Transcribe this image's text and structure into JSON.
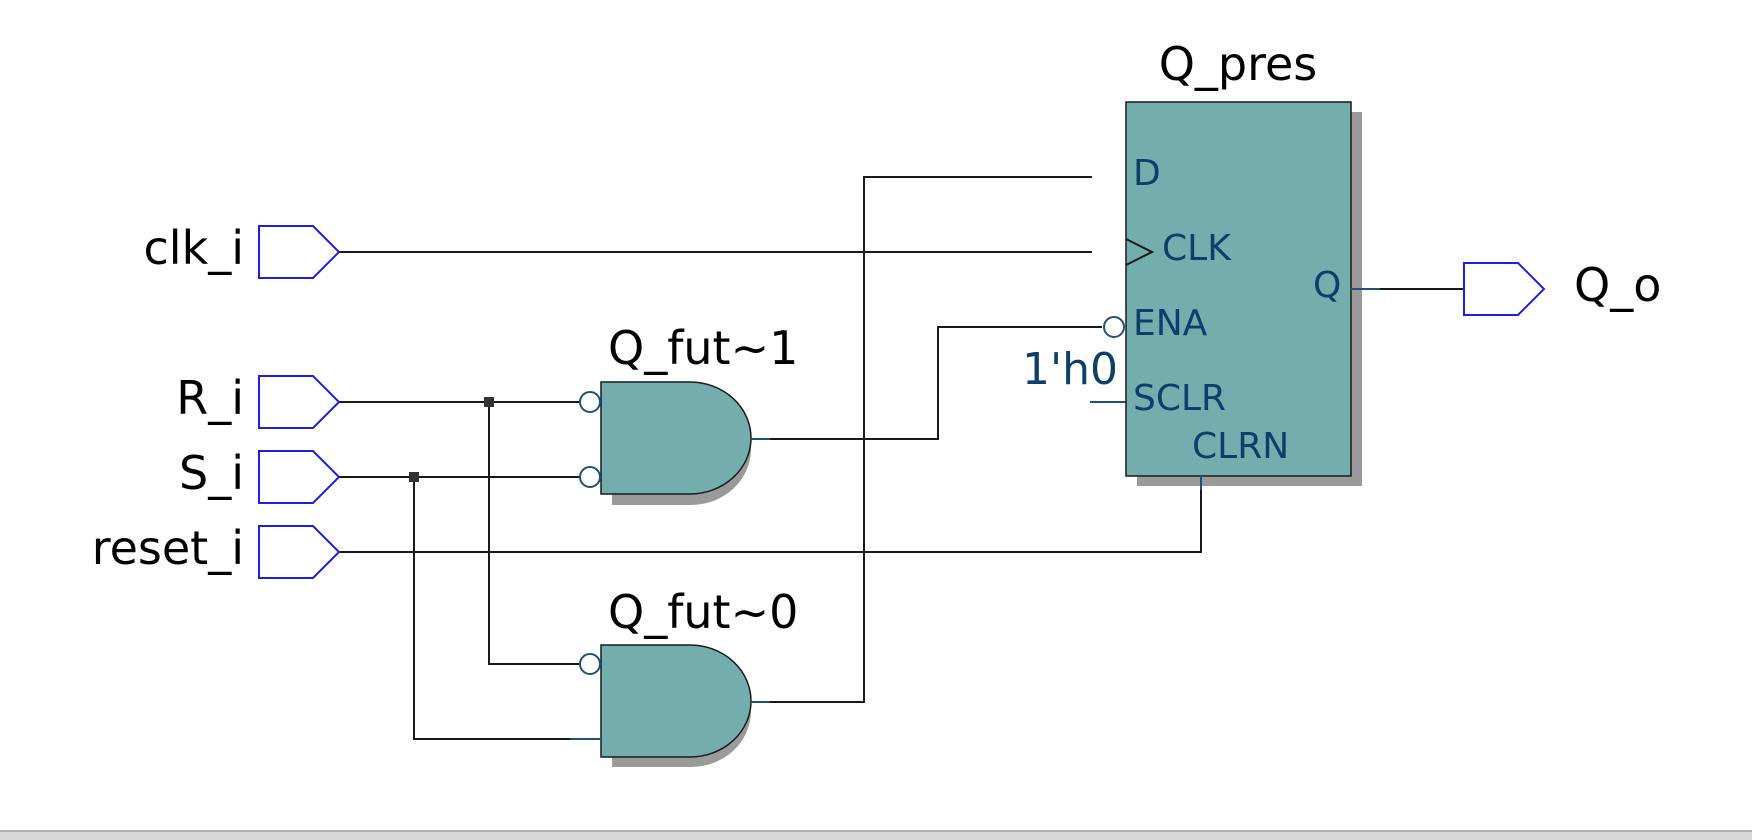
{
  "ports": {
    "inputs": [
      "clk_i",
      "R_i",
      "S_i",
      "reset_i"
    ],
    "output": "Q_o"
  },
  "gates": {
    "q_fut_1": "Q_fut~1",
    "q_fut_0": "Q_fut~0"
  },
  "register": {
    "name": "Q_pres",
    "pins": {
      "d": "D",
      "clk": "CLK",
      "ena": "ENA",
      "sclr": "SCLR",
      "clrn": "CLRN",
      "q": "Q"
    },
    "sclr_value": "1'h0"
  },
  "colors": {
    "component_fill": "#74adad",
    "port_outline": "#1e1ee6",
    "pin_text": "#0e3f6c",
    "wire": "#1a1a1a",
    "shadow": "#9a9a9a"
  }
}
